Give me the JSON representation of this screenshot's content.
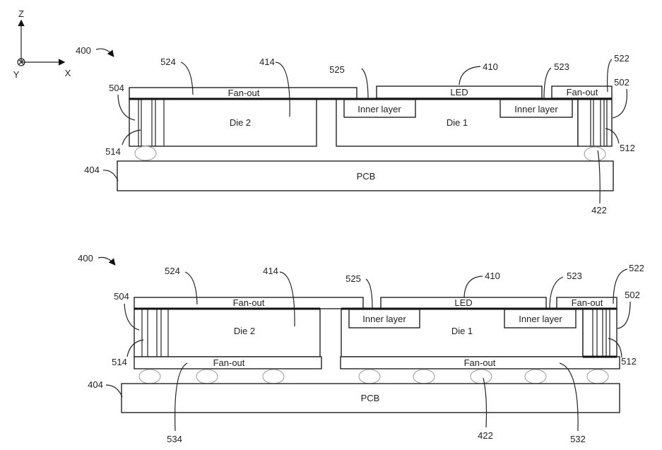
{
  "axes": {
    "z": "Z",
    "x": "X",
    "y": "Y"
  },
  "figures": [
    {
      "ref_assembly": "400",
      "labels": {
        "fanout_top_left": "Fan-out",
        "led": "LED",
        "fanout_top_right": "Fan-out",
        "inner_left": "Inner layer",
        "inner_right": "Inner layer",
        "die2": "Die 2",
        "die1": "Die 1",
        "pcb": "PCB"
      },
      "refs": {
        "r524": "524",
        "r414": "414",
        "r525": "525",
        "r410": "410",
        "r523": "523",
        "r522": "522",
        "r502": "502",
        "r504": "504",
        "r514": "514",
        "r512": "512",
        "r404": "404",
        "r422": "422"
      }
    },
    {
      "ref_assembly": "400",
      "labels": {
        "fanout_top_left": "Fan-out",
        "led": "LED",
        "fanout_top_right": "Fan-out",
        "inner_left": "Inner layer",
        "inner_right": "Inner layer",
        "die2": "Die 2",
        "die1": "Die 1",
        "fanout_bottom_left": "Fan-out",
        "fanout_bottom_right": "Fan-out",
        "pcb": "PCB"
      },
      "refs": {
        "r524": "524",
        "r414": "414",
        "r525": "525",
        "r410": "410",
        "r523": "523",
        "r522": "522",
        "r502": "502",
        "r504": "504",
        "r514": "514",
        "r512": "512",
        "r404": "404",
        "r534": "534",
        "r422": "422",
        "r532": "532"
      }
    }
  ]
}
